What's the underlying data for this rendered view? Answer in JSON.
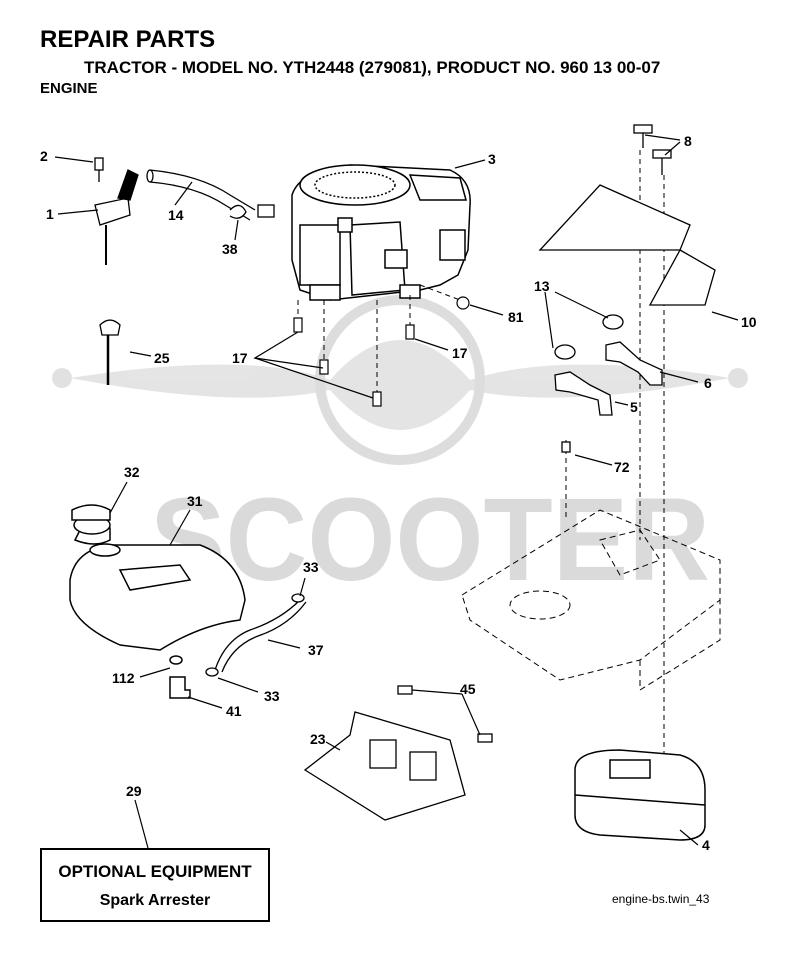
{
  "header": {
    "title": "REPAIR PARTS",
    "subtitle": "TRACTOR - MODEL NO. YTH2448 (279081), PRODUCT NO. 960 13 00-07",
    "section": "ENGINE"
  },
  "watermark": {
    "text": "SCOOTER"
  },
  "callouts": {
    "c1": "1",
    "c2": "2",
    "c3": "3",
    "c4": "4",
    "c5": "5",
    "c6": "6",
    "c8": "8",
    "c10": "10",
    "c13": "13",
    "c14": "14",
    "c17a": "17",
    "c17b": "17",
    "c23": "23",
    "c25": "25",
    "c29": "29",
    "c31": "31",
    "c32": "32",
    "c33a": "33",
    "c33b": "33",
    "c37": "37",
    "c38": "38",
    "c41": "41",
    "c45": "45",
    "c72": "72",
    "c81": "81",
    "c112": "112"
  },
  "optional_equipment": {
    "title": "OPTIONAL EQUIPMENT",
    "item": "Spark Arrester"
  },
  "file_reference": "engine-bs.twin_43"
}
